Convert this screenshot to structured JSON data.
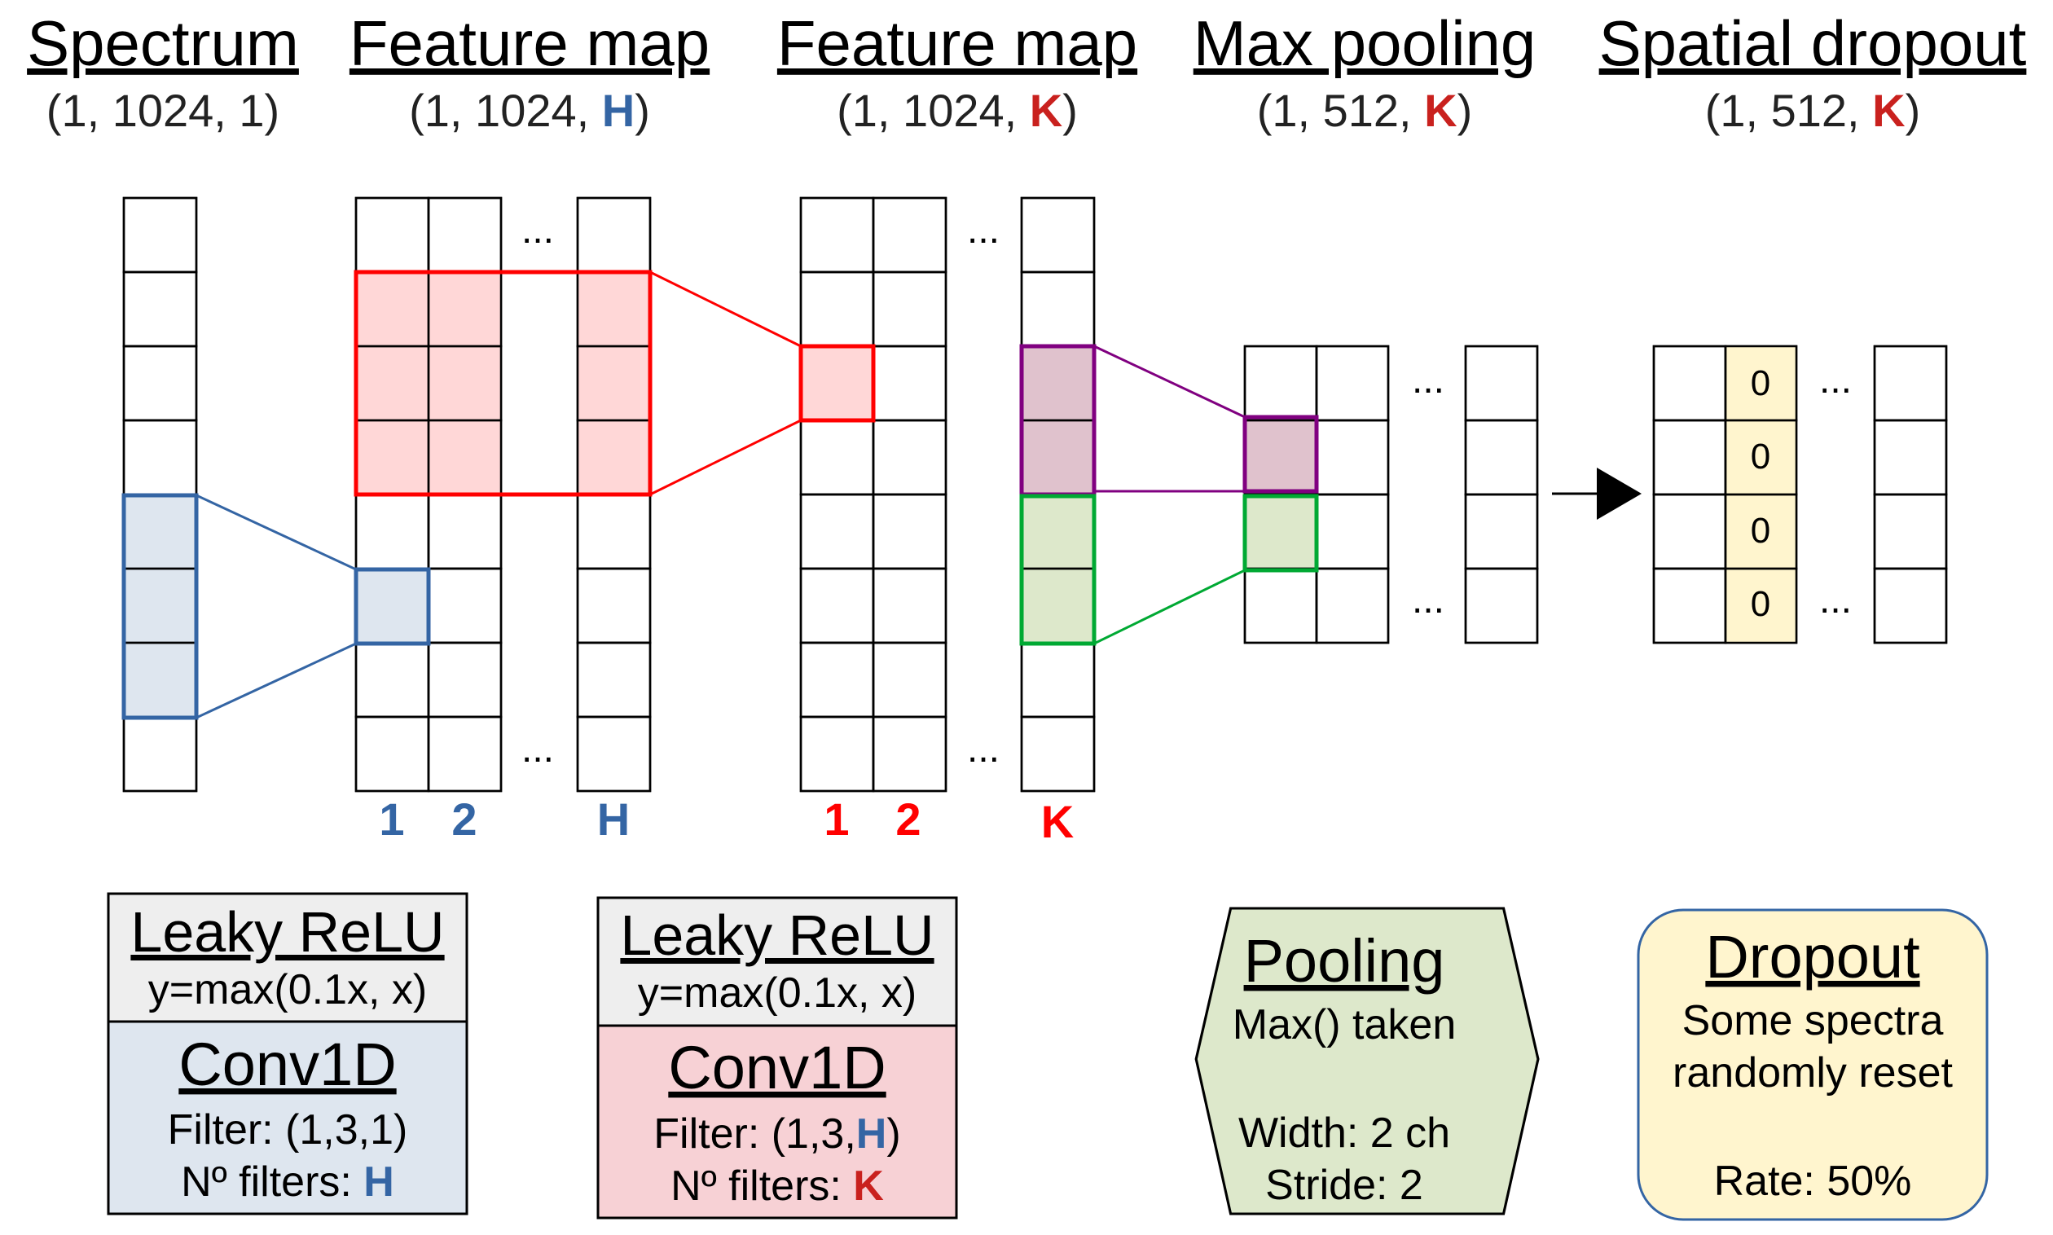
{
  "headers": [
    {
      "title": "Spectrum",
      "dims_pre": "(1, 1024, 1)",
      "dims_var": "",
      "dims_post": ""
    },
    {
      "title": "Feature map",
      "dims_pre": "(1, 1024, ",
      "dims_var": "H",
      "dims_post": ")"
    },
    {
      "title": "Feature map",
      "dims_pre": "(1, 1024, ",
      "dims_var": "K",
      "dims_post": ")"
    },
    {
      "title": "Max pooling",
      "dims_pre": "(1, 512, ",
      "dims_var": "K",
      "dims_post": ")"
    },
    {
      "title": "Spatial dropout",
      "dims_pre": "(1, 512, ",
      "dims_var": "K",
      "dims_post": ")"
    }
  ],
  "indices": {
    "fm1": [
      "1",
      "2",
      "H"
    ],
    "fm2": [
      "1",
      "2",
      "K"
    ]
  },
  "ellipsis": "...",
  "dropout_zeros": [
    "0",
    "0",
    "0",
    "0"
  ],
  "boxes": {
    "conv1": {
      "act_title": "Leaky ReLU",
      "act_formula": "y=max(0.1x, x)",
      "title": "Conv1D",
      "filter_pre": "Filter: (1,3,1)",
      "filter_var": "",
      "filter_post": "",
      "nfilters_label": "Nº filters: ",
      "nfilters_var": "H"
    },
    "conv2": {
      "act_title": "Leaky ReLU",
      "act_formula": "y=max(0.1x, x)",
      "title": "Conv1D",
      "filter_pre": "Filter: (1,3,",
      "filter_var": "H",
      "filter_post": ")",
      "nfilters_label": "Nº filters: ",
      "nfilters_var": "K"
    },
    "pooling": {
      "title": "Pooling",
      "line1": "Max() taken",
      "line2": "Width: 2 ch",
      "line3": "Stride: 2"
    },
    "dropout": {
      "title": "Dropout",
      "line1": "Some spectra",
      "line2": "randomly reset",
      "line3": "Rate: 50%"
    }
  },
  "colors": {
    "blue": "#3465a4",
    "blue_fill": "#dee6ef",
    "red": "#ff0000",
    "red_fill": "#ffd7d7",
    "purple": "#800080",
    "purple_fill": "#e0c2cd",
    "green": "#00a933",
    "green_fill": "#dde8cb",
    "yellow_fill": "#fff5ce",
    "grey_fill": "#eeeeee",
    "pink_fill": "#f7d1d5"
  }
}
